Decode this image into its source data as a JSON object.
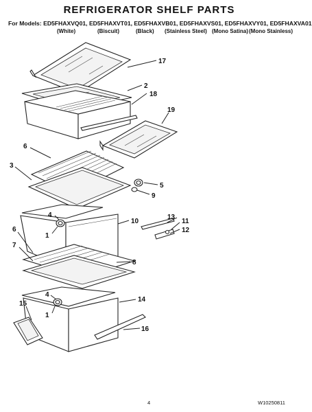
{
  "header": {
    "title": "REFRIGERATOR SHELF PARTS",
    "models_line": "For Models: ED5FHAXVQ01, ED5FHAXVT01, ED5FHAXVB01, ED5FHAXVS01, ED5FHAXVY01, ED5FHAXVA01",
    "colors": [
      "(White)",
      "(Biscuit)",
      "(Black)",
      "(Stainless Steel)",
      "(Mono Satina)",
      "(Mono Stainless)"
    ]
  },
  "callouts": [
    "17",
    "2",
    "18",
    "19",
    "6",
    "3",
    "5",
    "9",
    "4",
    "1",
    "10",
    "13",
    "11",
    "12",
    "6",
    "8",
    "7",
    "4",
    "1",
    "14",
    "15",
    "16"
  ],
  "footer": {
    "page_number": "4",
    "doc_number": "W10250811"
  }
}
